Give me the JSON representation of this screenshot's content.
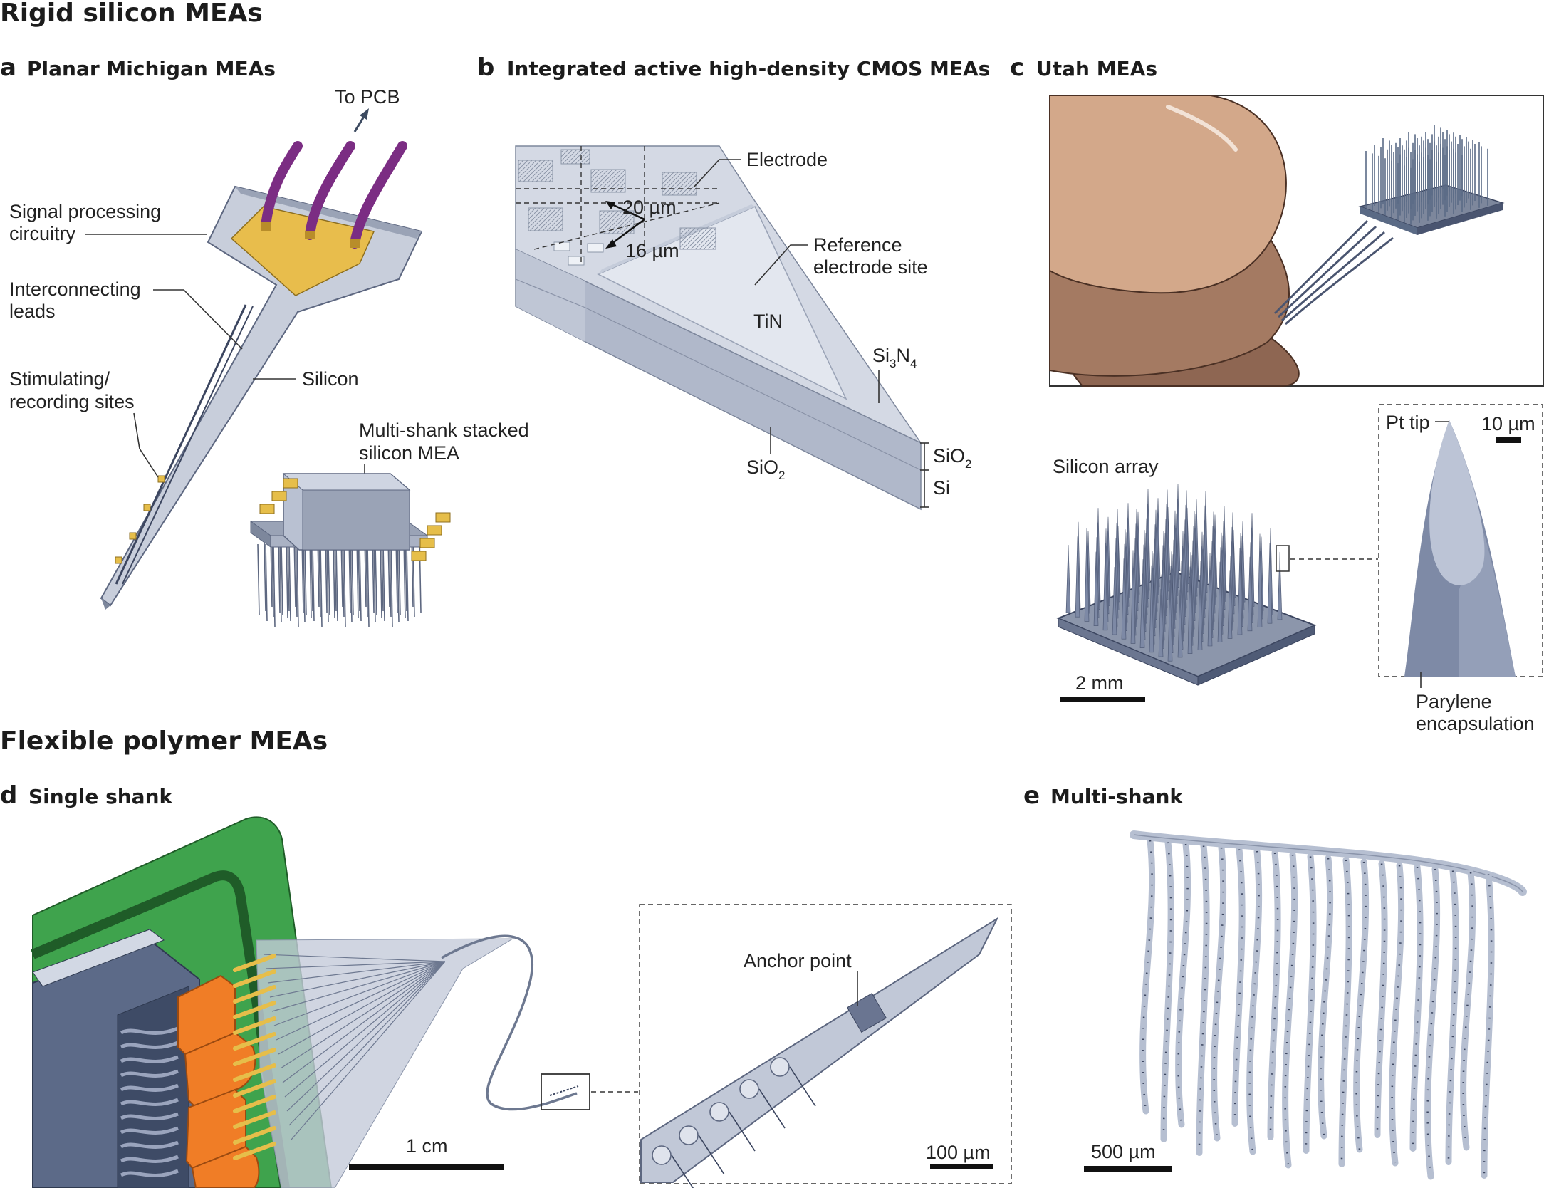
{
  "sections": {
    "rigid": "Rigid silicon MEAs",
    "flexible": "Flexible polymer MEAs"
  },
  "panels": {
    "a": {
      "letter": "a",
      "title": "Planar Michigan MEAs",
      "labels": {
        "to_pcb": "To PCB",
        "signal_1": "Signal processing",
        "signal_2": "circuitry",
        "leads_1": "Interconnecting",
        "leads_2": "leads",
        "sites_1": "Stimulating/",
        "sites_2": "recording sites",
        "silicon": "Silicon",
        "multi_1": "Multi-shank stacked",
        "multi_2": "silicon MEA"
      }
    },
    "b": {
      "letter": "b",
      "title": "Integrated active high-density  CMOS MEAs",
      "labels": {
        "electrode": "Electrode",
        "dim_20": "20 µm",
        "dim_16": "16 µm",
        "ref_1": "Reference",
        "ref_2": "electrode site",
        "tin": "TiN",
        "si3n4_a": "Si",
        "si3n4_b": "3",
        "si3n4_c": "N",
        "si3n4_d": "4",
        "sio2_a": "SiO",
        "sio2_b": "2",
        "si": "Si"
      }
    },
    "c": {
      "letter": "c",
      "title": "Utah MEAs",
      "labels": {
        "silicon_array": "Silicon array",
        "pt_tip": "Pt tip",
        "scale_small": "10 µm",
        "scale_large": "2 mm",
        "parylene_1": "Parylene",
        "parylene_2": "encapsulation"
      }
    },
    "d": {
      "letter": "d",
      "title": "Single shank",
      "labels": {
        "anchor": "Anchor point",
        "scale_large": "1 cm",
        "scale_small": "100 µm"
      }
    },
    "e": {
      "letter": "e",
      "title": "Multi-shank",
      "labels": {
        "scale": "500 µm"
      }
    }
  },
  "colors": {
    "silicon": "#b9c1d2",
    "gold": "#e6be4a",
    "purple": "#7b2d83",
    "skin": "#c79272",
    "pcb_green": "#3fa34d",
    "orange": "#f07d26",
    "slate": "#5a6a85"
  }
}
